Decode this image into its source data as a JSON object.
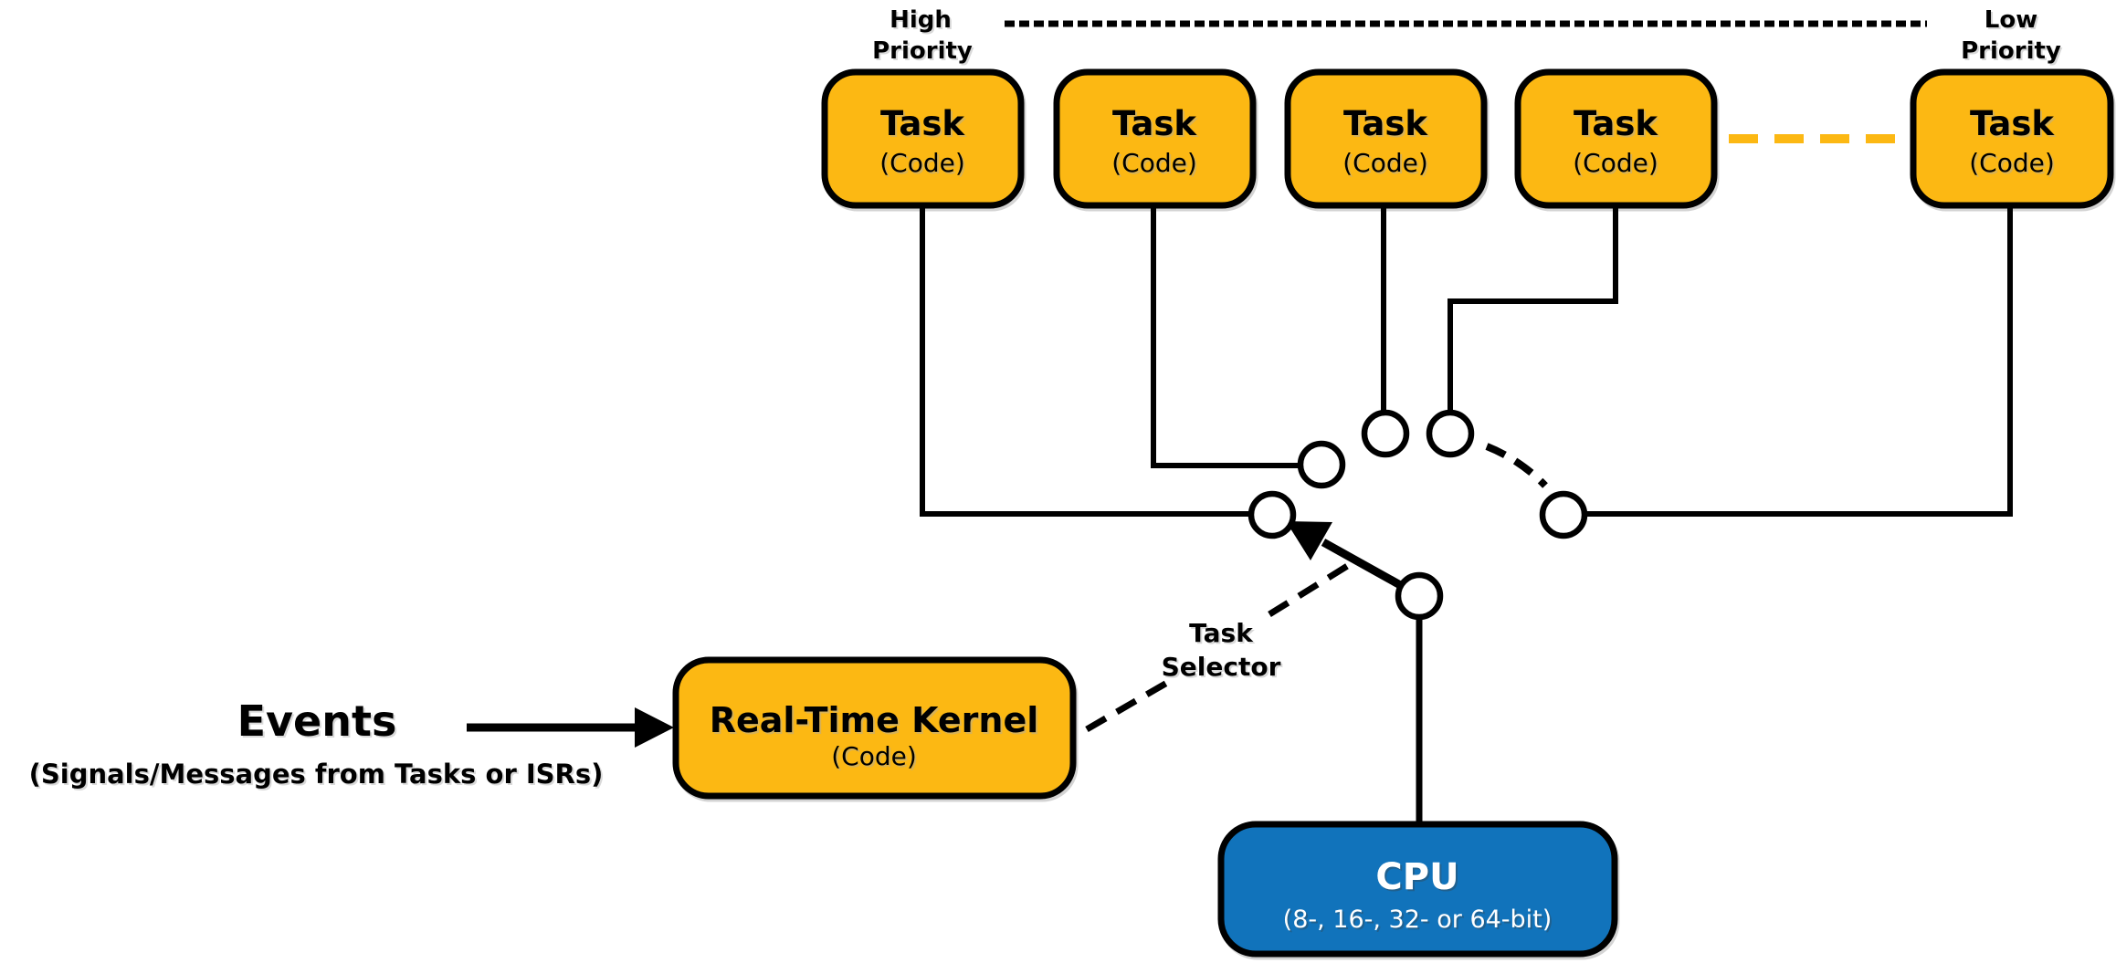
{
  "colors": {
    "task_fill": "#FCB813",
    "cpu_fill": "#1173BB",
    "line": "#000000",
    "background": "#FFFFFF",
    "ellipsis_dash": "#FCB813"
  },
  "priority_scale": {
    "left_label_lines": [
      "High",
      "Priority"
    ],
    "right_label_lines": [
      "Low",
      "Priority"
    ]
  },
  "tasks": [
    {
      "title": "Task",
      "subtitle": "(Code)"
    },
    {
      "title": "Task",
      "subtitle": "(Code)"
    },
    {
      "title": "Task",
      "subtitle": "(Code)"
    },
    {
      "title": "Task",
      "subtitle": "(Code)"
    },
    {
      "title": "Task",
      "subtitle": "(Code)"
    }
  ],
  "task_selector": {
    "label_lines": [
      "Task",
      "Selector"
    ]
  },
  "kernel": {
    "title": "Real-Time Kernel",
    "subtitle": "(Code)"
  },
  "events": {
    "title": "Events",
    "subtitle": "(Signals/Messages from Tasks or ISRs)"
  },
  "cpu": {
    "title": "CPU",
    "subtitle": "(8-, 16-, 32- or 64-bit)"
  }
}
